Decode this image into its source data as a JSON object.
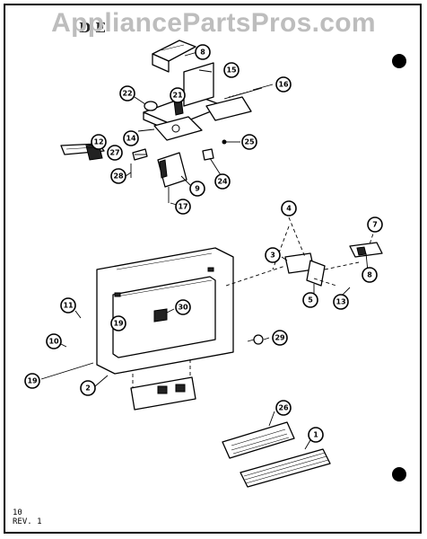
{
  "watermark": "AppliancePartsPros.com",
  "page_code": "D E",
  "footer": {
    "page": "10",
    "revision": "REV. 1"
  },
  "callouts": [
    "8",
    "15",
    "16",
    "22",
    "21",
    "14",
    "12",
    "27",
    "28",
    "25",
    "24",
    "9",
    "17",
    "4",
    "7",
    "3",
    "8",
    "5",
    "13",
    "11",
    "30",
    "10",
    "19",
    "29",
    "2",
    "26",
    "1"
  ]
}
